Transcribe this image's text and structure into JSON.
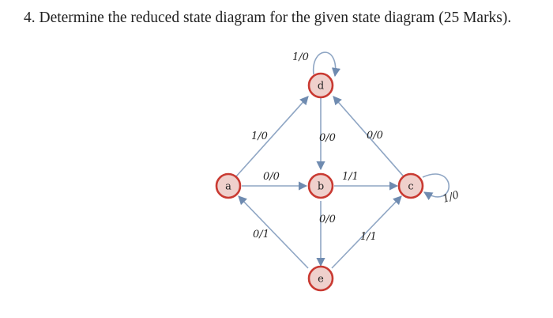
{
  "question": {
    "text": "4. Determine the reduced state diagram for the given state diagram (25 Marks)."
  },
  "diagram": {
    "states": [
      {
        "id": "a",
        "label": "a"
      },
      {
        "id": "b",
        "label": "b"
      },
      {
        "id": "c",
        "label": "c"
      },
      {
        "id": "d",
        "label": "d"
      },
      {
        "id": "e",
        "label": "e"
      }
    ],
    "transitions": [
      {
        "from": "d",
        "to": "d",
        "label": "1/0"
      },
      {
        "from": "a",
        "to": "d",
        "label": "1/0"
      },
      {
        "from": "d",
        "to": "b",
        "label": "0/0"
      },
      {
        "from": "c",
        "to": "d",
        "label": "0/0"
      },
      {
        "from": "a",
        "to": "b",
        "label": "0/0"
      },
      {
        "from": "b",
        "to": "c",
        "label": "1/1"
      },
      {
        "from": "c",
        "to": "c",
        "label": "1/0"
      },
      {
        "from": "b",
        "to": "e",
        "label": "0/0"
      },
      {
        "from": "e",
        "to": "a",
        "label": "0/1"
      },
      {
        "from": "e",
        "to": "c",
        "label": "1/1"
      }
    ]
  },
  "colors": {
    "node_fill": "#efd0cc",
    "node_stroke": "#c93a32",
    "edge": "#8fa6c4"
  }
}
